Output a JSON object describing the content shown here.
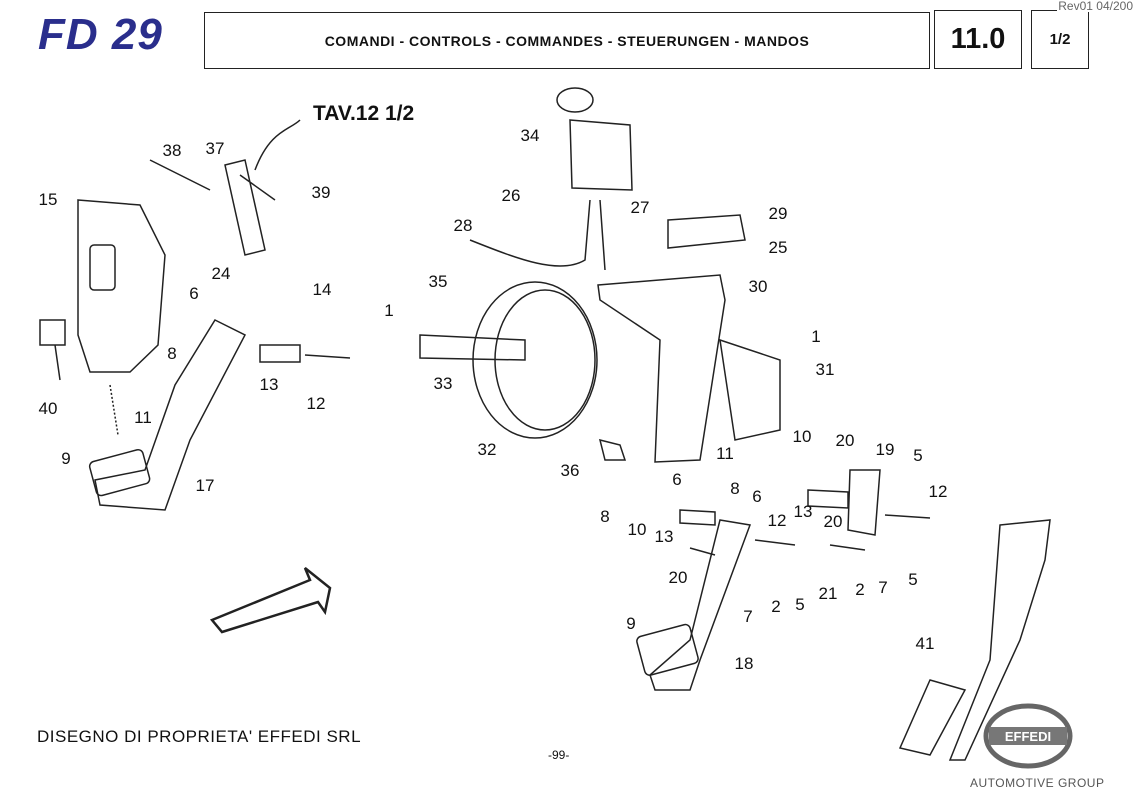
{
  "header": {
    "logo": "FD 29",
    "title": "COMANDI - CONTROLS - COMMANDES - STEUERUNGEN - MANDOS",
    "section": "11.0",
    "page": "1/2",
    "revision": "Rev01 04/200"
  },
  "table_ref": "TAV.12 1/2",
  "callouts": [
    "38",
    "37",
    "39",
    "15",
    "24",
    "6",
    "14",
    "8",
    "13",
    "12",
    "40",
    "11",
    "9",
    "17",
    "34",
    "26",
    "27",
    "28",
    "29",
    "25",
    "35",
    "30",
    "1",
    "1",
    "33",
    "31",
    "32",
    "36",
    "11",
    "10",
    "20",
    "19",
    "5",
    "8",
    "6",
    "6",
    "13",
    "12",
    "8",
    "10",
    "13",
    "12",
    "20",
    "20",
    "7",
    "2",
    "5",
    "21",
    "2",
    "5",
    "7",
    "9",
    "18",
    "41"
  ],
  "footer": {
    "ownership": "DISEGNO DI PROPRIETA' EFFEDI SRL",
    "page_number": "-99-",
    "brand": "EFFEDI",
    "brand_tagline": "AUTOMOTIVE GROUP"
  },
  "colors": {
    "logo": "#2a2e8c",
    "line": "#222222"
  }
}
